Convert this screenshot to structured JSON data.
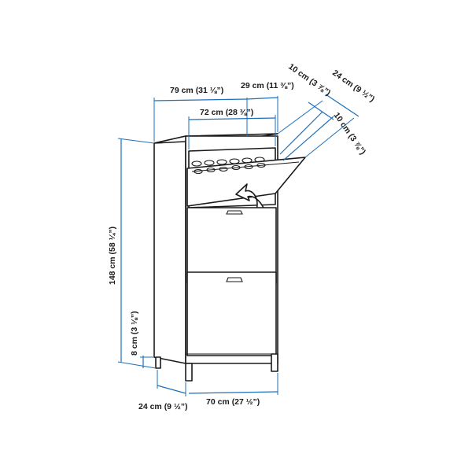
{
  "dimensions": {
    "width_outer": "79 cm (31 ⅛”)",
    "depth_top": "29 cm (11 ⅜”)",
    "width_inner": "72 cm (28 ⅜”)",
    "compartment_depth": "10 cm (3 ⅞”)",
    "depth_open": "24 cm (9 ½”)",
    "compartment_depth_2": "10 cm (3 ⅞”)",
    "height": "148 cm (58 ¼”)",
    "plinth_height_label": "8 cm (3 ⅛”)",
    "depth_bottom": "24 cm (9 ½”)",
    "width_bottom": "70 cm (27 ½”)"
  },
  "colors": {
    "dimension_line": "#1d6fb8",
    "outline": "#1a1a1a",
    "background": "#ffffff"
  },
  "icons": [
    "open-direction-arrow-icon"
  ]
}
